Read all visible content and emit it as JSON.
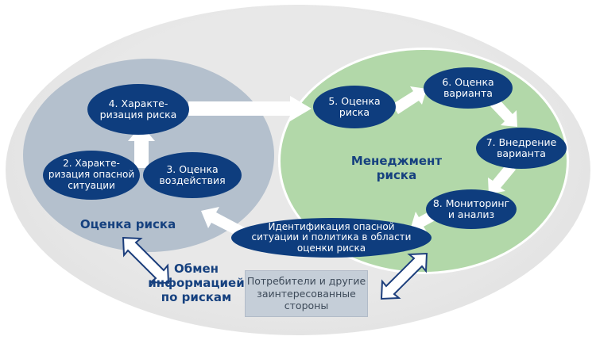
{
  "diagram": {
    "regions": {
      "assessment": {
        "label": "Оценка риска",
        "fill": "#b4c0cd"
      },
      "management": {
        "label": "Менеджмент\nриска",
        "fill": "#b2d8a9"
      },
      "outer": {
        "fill": "#e3e3e3"
      }
    },
    "nodes": [
      {
        "id": "node-2",
        "label": "2. Характе-\nризация опасной\nситуации"
      },
      {
        "id": "node-3",
        "label": "3. Оценка\nвоздействия"
      },
      {
        "id": "node-4",
        "label": "4. Характе-\nризация риска"
      },
      {
        "id": "node-5",
        "label": "5. Оценка\nриска"
      },
      {
        "id": "node-6",
        "label": "6. Оценка\nварианта"
      },
      {
        "id": "node-7",
        "label": "7. Внедрение\nварианта"
      },
      {
        "id": "node-8",
        "label": "8. Мониторинг\nи анализ"
      },
      {
        "id": "node-identification",
        "label": "Идентификация опасной\nситуации и политика в области\nоценки риска"
      }
    ],
    "annotations": {
      "communication": "Обмен\nинформацией\nпо рискам",
      "stakeholders": "Потребители и другие\nзаинтересованные\nстороны"
    },
    "colors": {
      "node_fill": "#0e3d7e",
      "node_text": "#ffffff",
      "label_text": "#16417f",
      "stakeholders_box_fill": "#c5ced8",
      "stakeholders_box_text": "#3d4a59",
      "arrow_fill": "#ffffff",
      "double_arrow_outline": "#1c3e7c"
    }
  }
}
